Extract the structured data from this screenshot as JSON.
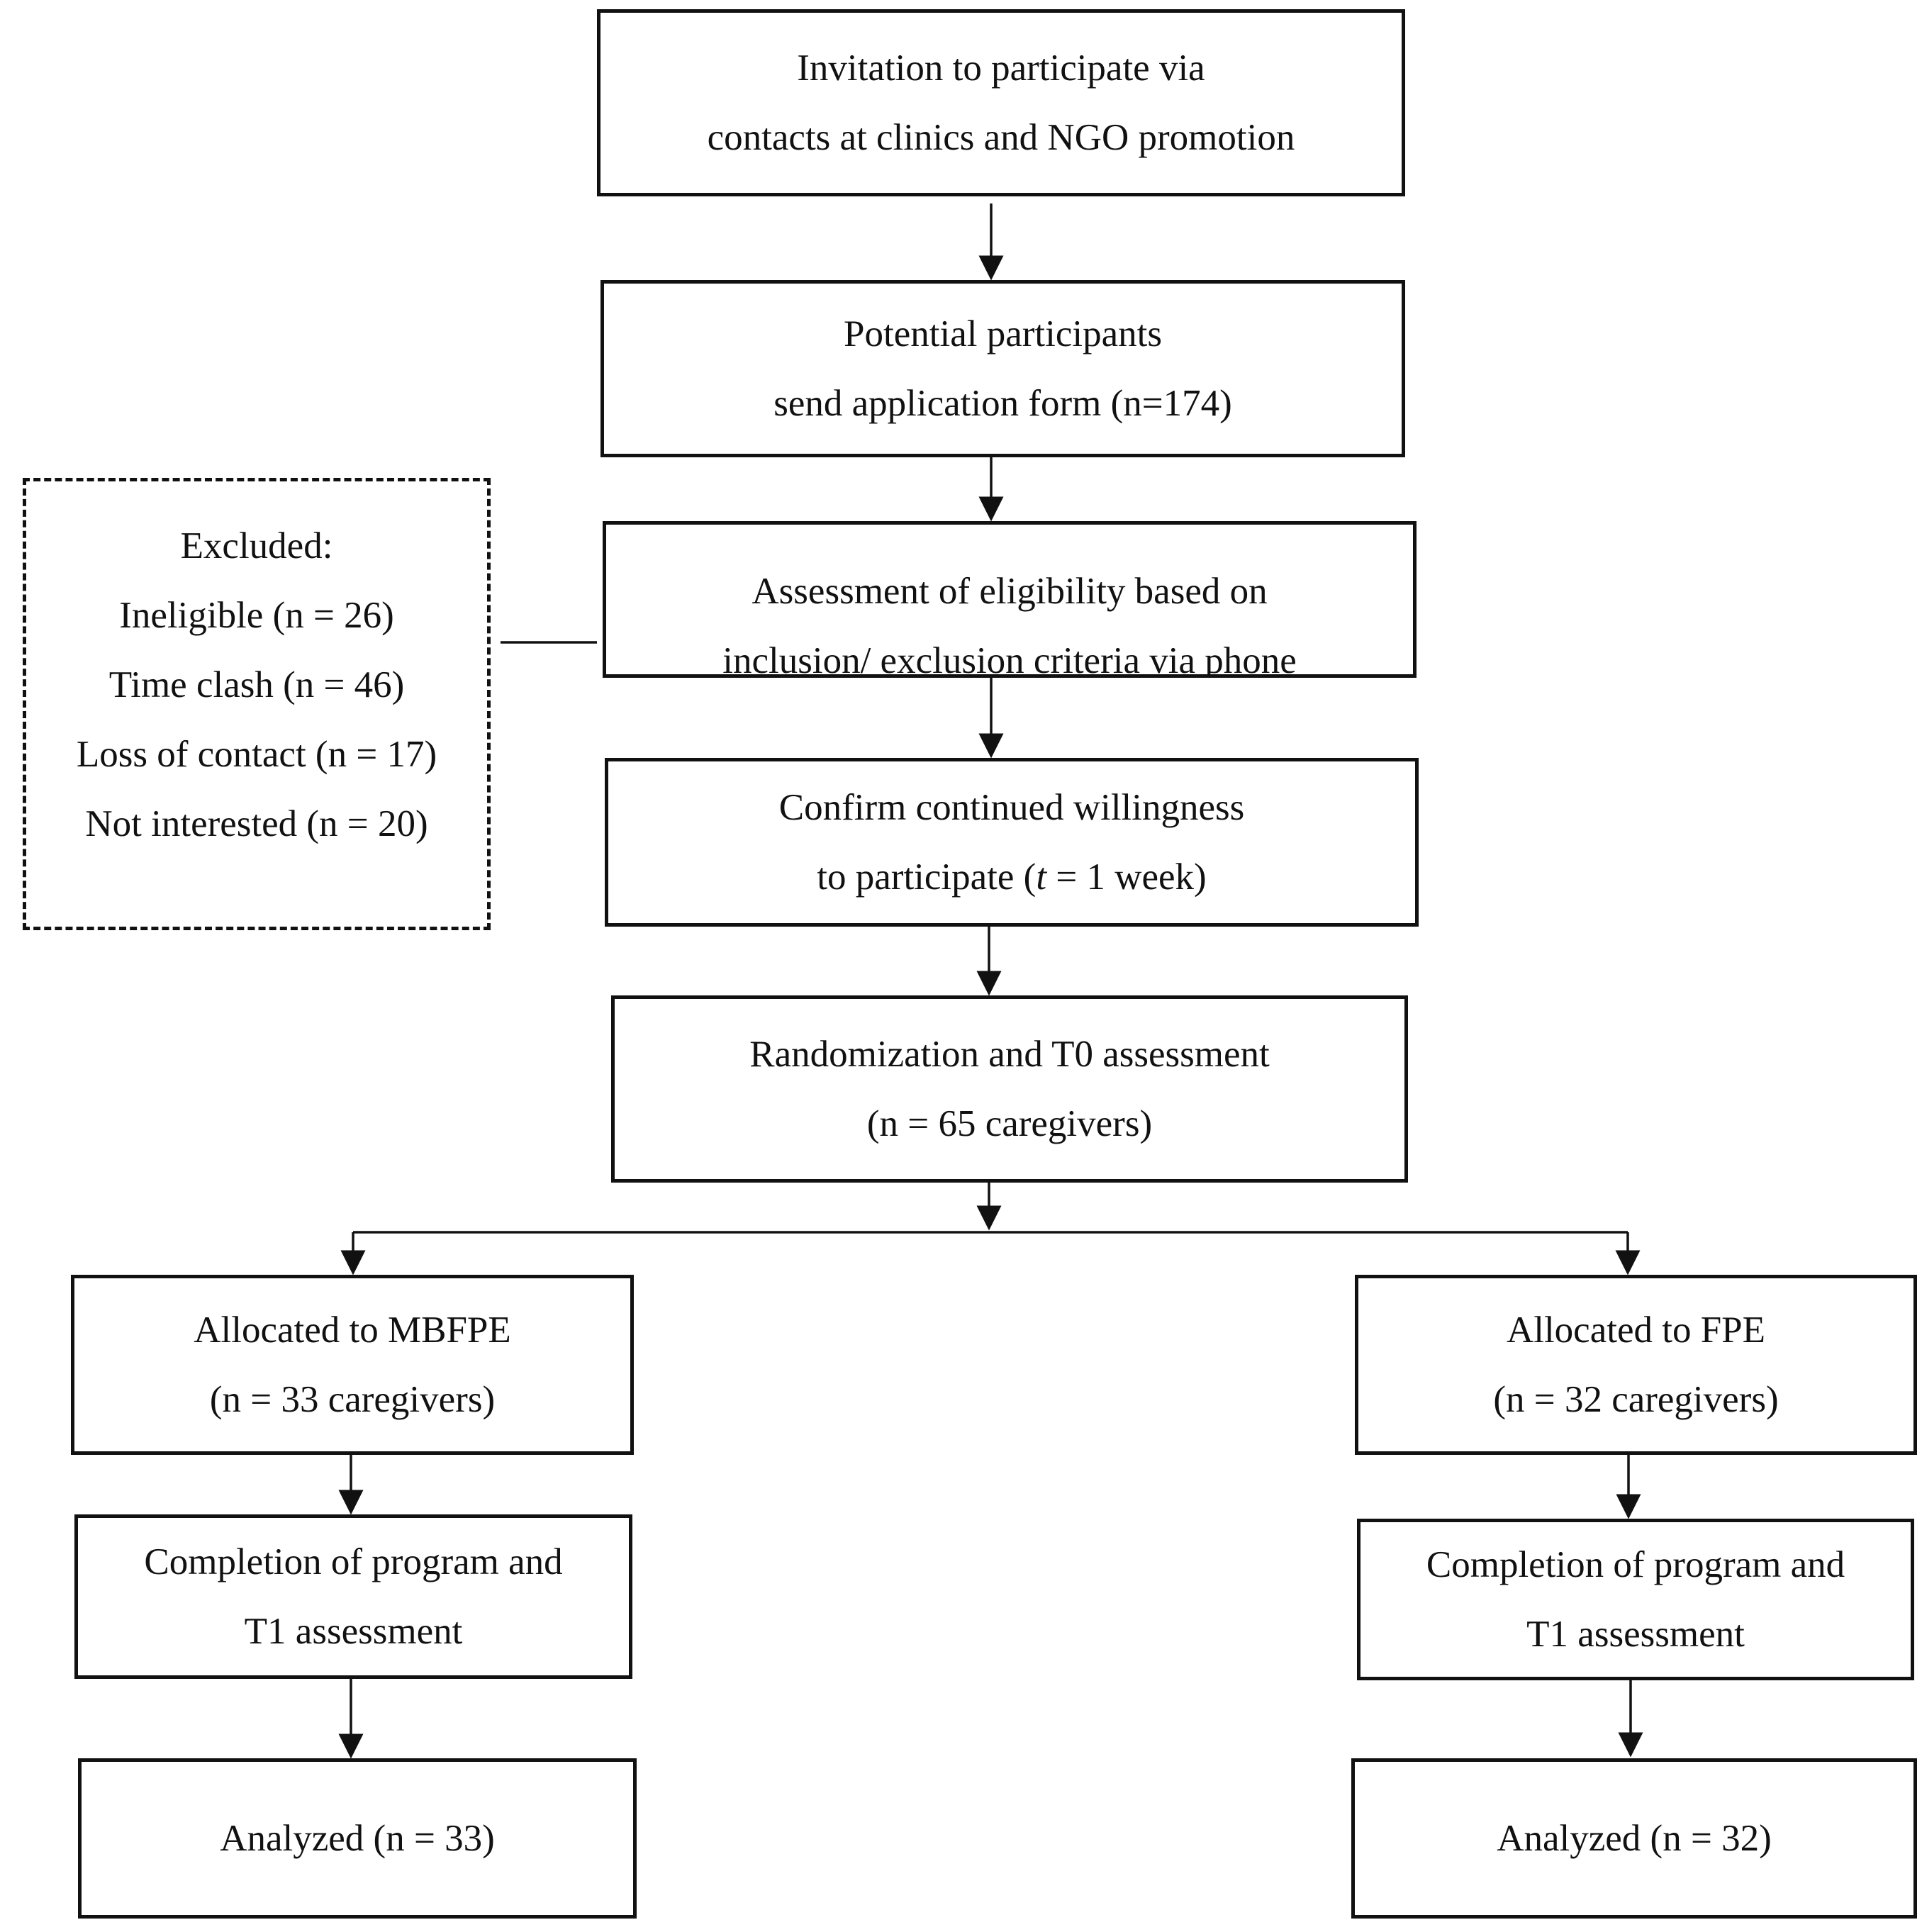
{
  "flowchart": {
    "invitation": {
      "line1": "Invitation to participate via",
      "line2": "contacts at clinics and NGO promotion"
    },
    "potential": {
      "line1": "Potential participants",
      "line2": "send application form (n=174)"
    },
    "eligibility": {
      "line1": "Assessment of eligibility based on",
      "line2": "inclusion/ exclusion criteria via phone"
    },
    "confirm": {
      "line1": "Confirm continued willingness",
      "line2_prefix": "to participate (",
      "line2_var": "t",
      "line2_suffix": " = 1 week)"
    },
    "randomization": {
      "line1": "Randomization and T0 assessment",
      "line2": "(n = 65 caregivers)"
    },
    "excluded": {
      "title": "Excluded:",
      "items": [
        "Ineligible (n = 26)",
        "Time clash (n = 46)",
        "Loss of contact (n = 17)",
        "Not interested (n = 20)"
      ]
    },
    "mbfpe": {
      "allocated": {
        "line1": "Allocated to MBFPE",
        "line2": "(n = 33 caregivers)"
      },
      "completion": {
        "line1": "Completion of program and",
        "line2": "T1 assessment"
      },
      "analyzed": "Analyzed (n = 33)"
    },
    "fpe": {
      "allocated": {
        "line1": "Allocated to FPE",
        "line2": "(n = 32 caregivers)"
      },
      "completion": {
        "line1": "Completion of program and",
        "line2": "T1 assessment"
      },
      "analyzed": "Analyzed (n = 32)"
    }
  }
}
